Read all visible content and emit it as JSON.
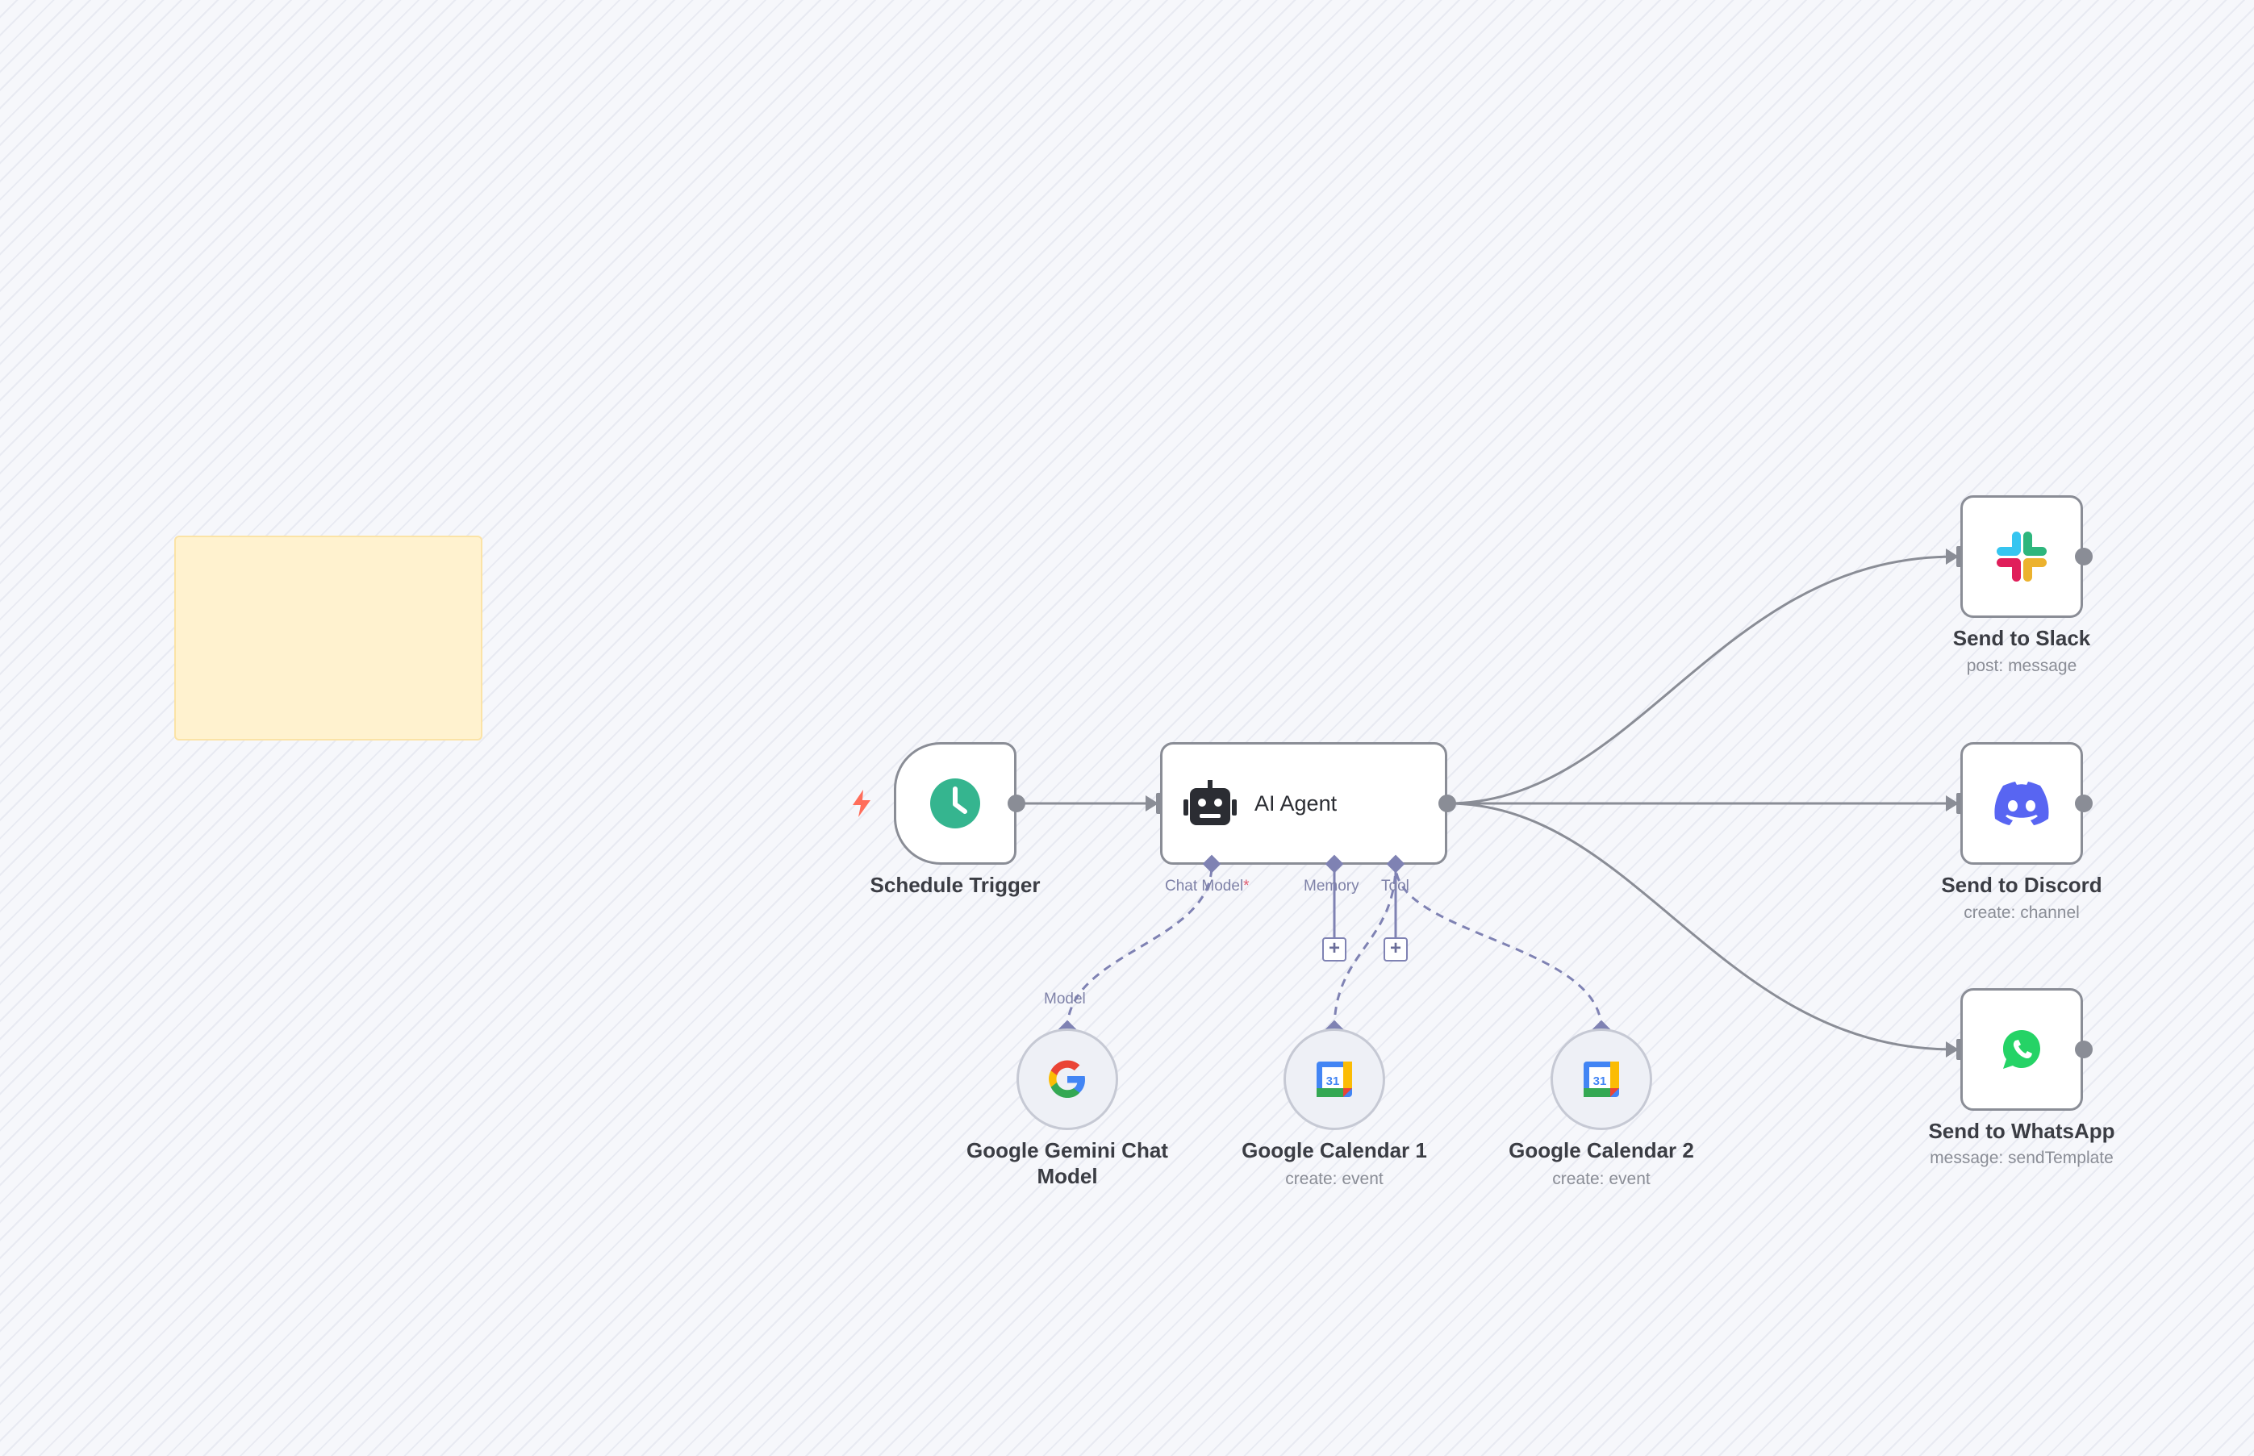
{
  "nodes": {
    "schedule_trigger": {
      "label": "Schedule Trigger",
      "icon": "clock-icon"
    },
    "ai_agent": {
      "label": "AI Agent",
      "icon": "robot-icon"
    },
    "send_slack": {
      "label": "Send to Slack",
      "subtitle": "post: message",
      "icon": "slack-icon"
    },
    "send_discord": {
      "label": "Send to Discord",
      "subtitle": "create: channel",
      "icon": "discord-icon"
    },
    "send_whatsapp": {
      "label": "Send to WhatsApp",
      "subtitle": "message: sendTemplate",
      "icon": "whatsapp-icon"
    },
    "gemini": {
      "label_line1": "Google Gemini Chat",
      "label_line2": "Model",
      "icon": "google-icon"
    },
    "calendar1": {
      "label": "Google Calendar 1",
      "subtitle": "create: event",
      "icon": "google-calendar-icon",
      "badge": "31"
    },
    "calendar2": {
      "label": "Google Calendar 2",
      "subtitle": "create: event",
      "icon": "google-calendar-icon",
      "badge": "31"
    }
  },
  "ports": {
    "chat_model": "Chat Model",
    "chat_model_required": "*",
    "memory": "Memory",
    "tool": "Tool",
    "model": "Model",
    "add": "+"
  },
  "colors": {
    "edge": "#8a8d96",
    "sub_edge": "#7f82b3",
    "trigger_accent": "#ff6d5a",
    "clock": "#35b58f",
    "discord": "#5865f2",
    "whatsapp": "#25d366",
    "sticky": "#fff2cf"
  }
}
